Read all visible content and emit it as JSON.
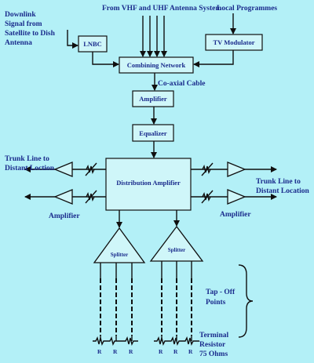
{
  "labels": {
    "vhf_uhf": "From VHF and UHF Antenna System",
    "local": "Local Programmes",
    "downlink": [
      "Downlink",
      "Signal from",
      "Satellite to Dish",
      "Antenna"
    ],
    "coax": "Co-axial Cable",
    "trunk_left": [
      "Trunk Line to",
      "Distant Loction"
    ],
    "trunk_right": [
      "Trunk Line to",
      "Distant Location"
    ],
    "amp_left": "Amplifier",
    "amp_right": "Amplifier",
    "tap_off": [
      "Tap - Off",
      "Points"
    ],
    "terminal": [
      "Terminal",
      "Resistor",
      "75 Ohms"
    ],
    "resistor": "R"
  },
  "boxes": {
    "lnbc": "LNBC",
    "tv_mod": "TV Modulator",
    "combining": "Combining Network",
    "amplifier": "Amplifier",
    "equalizer": "Equalizer",
    "distribution": "Distribution Amplifier"
  },
  "splitters": {
    "left": "Splitter",
    "right": "Splitter"
  }
}
